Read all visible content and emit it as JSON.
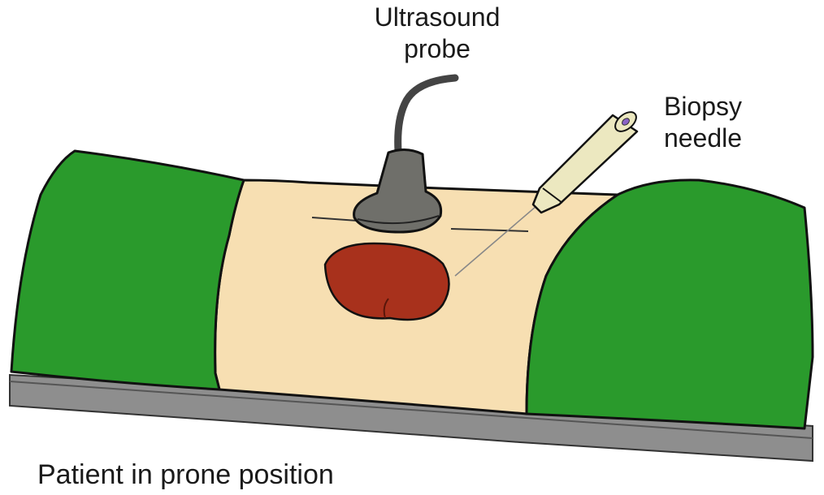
{
  "labels": {
    "probe_line1": "Ultrasound",
    "probe_line2": "probe",
    "needle_line1": "Biopsy",
    "needle_line2": "needle",
    "caption": "Patient in prone position"
  },
  "colors": {
    "drape": "#2a9a2c",
    "skin": "#f7dfb2",
    "kidney": "#a8311c",
    "probe": "#6f6f6a",
    "cable": "#444444",
    "table": "#8e8e8e",
    "needle_body": "#ece8c0",
    "needle_tip": "#8a63c6",
    "outline": "#111111"
  },
  "icons": {
    "probe": "ultrasound-probe-icon",
    "needle": "biopsy-needle-icon",
    "kidney": "kidney-icon"
  }
}
